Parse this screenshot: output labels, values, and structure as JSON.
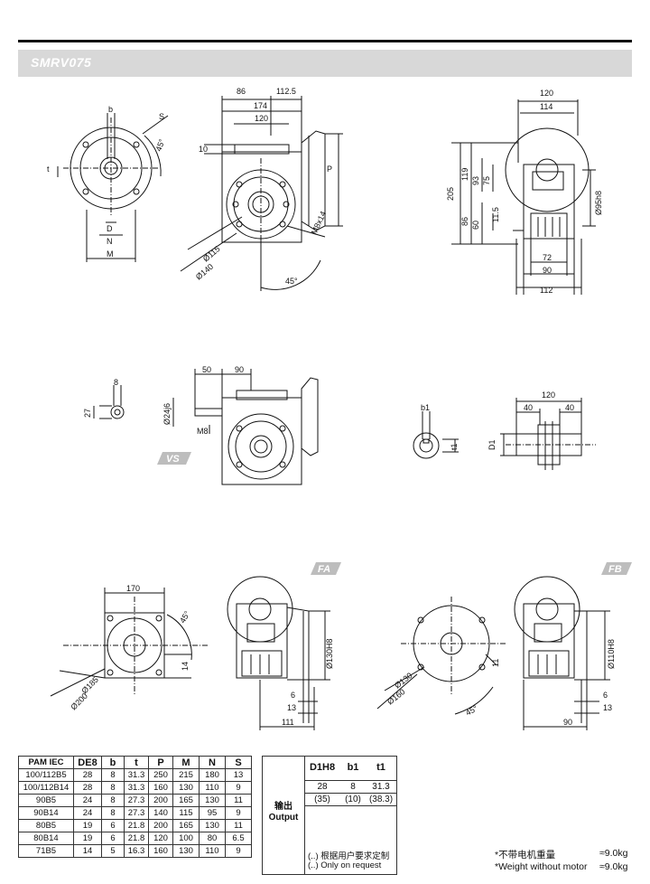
{
  "header": {
    "title": "SMRV075"
  },
  "tags": {
    "vs": "VS",
    "fa": "FA",
    "fb": "FB"
  },
  "dims": {
    "front_top": [
      "86",
      "112.5",
      "174",
      "120"
    ],
    "front_left": "10",
    "front_p": "P",
    "front_m8": "M8x14",
    "front_d115": "Ø115",
    "front_d140": "Ø140",
    "front_45": "45°",
    "left_b": "b",
    "left_s": "S",
    "left_45": "45°",
    "left_t": "t",
    "left_d": "D",
    "left_n": "N",
    "left_m": "M",
    "side_top": [
      "120",
      "114"
    ],
    "side_left": [
      "205",
      "119",
      "93",
      "75",
      "86",
      "60",
      "11.5"
    ],
    "side_d95": "Ø95h8",
    "side_bottom": [
      "72",
      "90",
      "112"
    ],
    "vs_8": "8",
    "vs_27": "27",
    "vs_50": "50",
    "vs_90": "90",
    "vs_d24": "Ø24j6",
    "vs_m8": "M8",
    "shaft_b1": "b1",
    "shaft_t1": "t1",
    "shaft_120": "120",
    "shaft_40a": "40",
    "shaft_40b": "40",
    "shaft_d1": "D1",
    "fa_170": "170",
    "fa_45": "45°",
    "fa_14": "14",
    "fa_d185": "Ø185",
    "fa_d200": "Ø200",
    "fa_d130": "Ø130H8",
    "fa_6": "6",
    "fa_13": "13",
    "fa_111": "111",
    "fb_d130": "Ø130",
    "fb_d160": "Ø160",
    "fb_11": "11",
    "fb_45": "45°",
    "fb_d110": "Ø110H8",
    "fb_6": "6",
    "fb_13": "13",
    "fb_90": "90"
  },
  "table": {
    "headers": [
      "PAM IEC",
      "DE8",
      "b",
      "t",
      "P",
      "M",
      "N",
      "S"
    ],
    "rows": [
      [
        "100/112B5",
        "28",
        "8",
        "31.3",
        "250",
        "215",
        "180",
        "13"
      ],
      [
        "100/112B14",
        "28",
        "8",
        "31.3",
        "160",
        "130",
        "110",
        "9"
      ],
      [
        "90B5",
        "24",
        "8",
        "27.3",
        "200",
        "165",
        "130",
        "11"
      ],
      [
        "90B14",
        "24",
        "8",
        "27.3",
        "140",
        "115",
        "95",
        "9"
      ],
      [
        "80B5",
        "19",
        "6",
        "21.8",
        "200",
        "165",
        "130",
        "11"
      ],
      [
        "80B14",
        "19",
        "6",
        "21.8",
        "120",
        "100",
        "80",
        "6.5"
      ],
      [
        "71B5",
        "14",
        "5",
        "16.3",
        "160",
        "130",
        "110",
        "9"
      ]
    ]
  },
  "output": {
    "label_cn": "输出",
    "label_en": "Output",
    "headers": [
      "D1H8",
      "b1",
      "t1"
    ],
    "rows": [
      [
        "28",
        "8",
        "31.3"
      ],
      [
        "(35)",
        "(10)",
        "(38.3)"
      ]
    ],
    "note_cn": "(..) 根据用户要求定制",
    "note_en": "(..) Only on request"
  },
  "weight": {
    "cn_label": "*不带电机重量",
    "cn_value": "≈9.0kg",
    "en_label": "*Weight without motor",
    "en_value": "≈9.0kg"
  }
}
